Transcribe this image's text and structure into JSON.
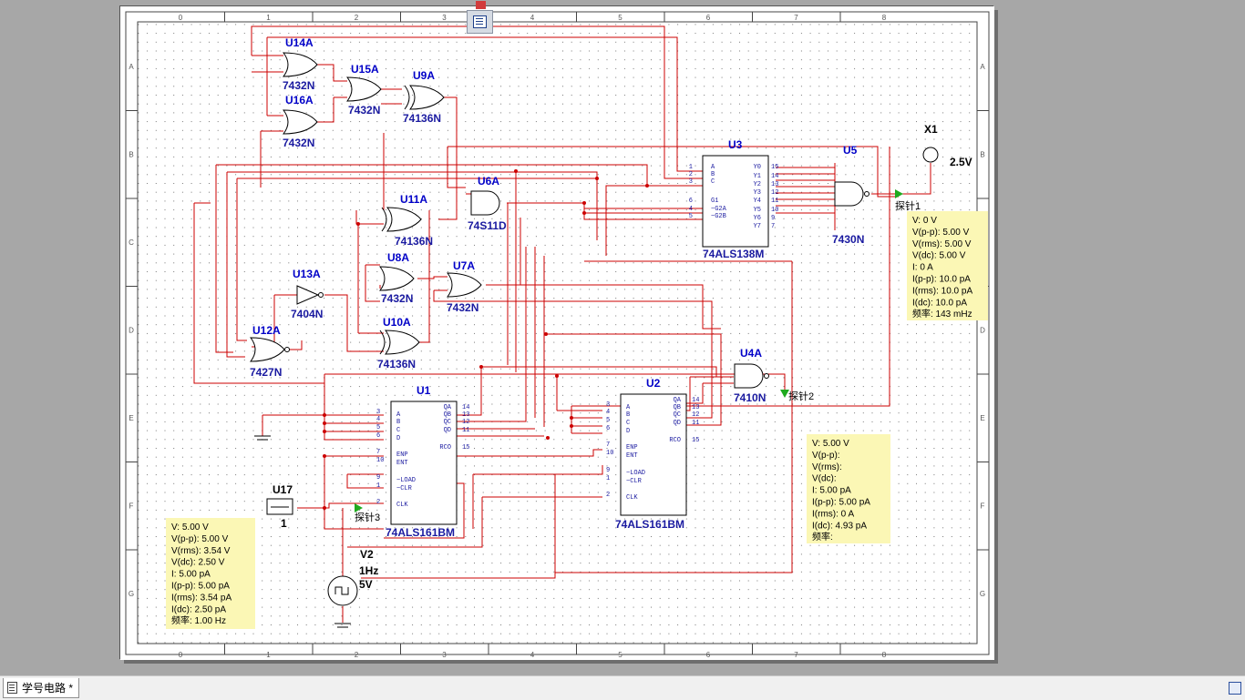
{
  "document_tab": {
    "label": "学号电路 *"
  },
  "ruler": {
    "columns": [
      "0",
      "1",
      "2",
      "3",
      "4",
      "5",
      "6",
      "7",
      "8"
    ],
    "rows": [
      "A",
      "B",
      "C",
      "D",
      "E",
      "F",
      "G"
    ]
  },
  "components": {
    "u14a": {
      "ref": "U14A",
      "part": "7432N"
    },
    "u15a": {
      "ref": "U15A",
      "part": "7432N"
    },
    "u16a": {
      "ref": "U16A",
      "part": "7432N"
    },
    "u9a": {
      "ref": "U9A",
      "part": "74136N"
    },
    "u11a": {
      "ref": "U11A",
      "part": "74136N"
    },
    "u6a": {
      "ref": "U6A",
      "part": "74S11D"
    },
    "u8a": {
      "ref": "U8A",
      "part": "7432N"
    },
    "u7a": {
      "ref": "U7A",
      "part": "7432N"
    },
    "u13a": {
      "ref": "U13A",
      "part": "7404N"
    },
    "u10a": {
      "ref": "U10A",
      "part": "74136N"
    },
    "u12a": {
      "ref": "U12A",
      "part": "7427N"
    },
    "u4a": {
      "ref": "U4A",
      "part": "7410N"
    },
    "u3": {
      "ref": "U3",
      "part": "74ALS138M"
    },
    "u5": {
      "ref": "U5",
      "part": "7430N"
    },
    "u1": {
      "ref": "U1",
      "part": "74ALS161BM"
    },
    "u2": {
      "ref": "U2",
      "part": "74ALS161BM"
    },
    "u17": {
      "ref": "U17",
      "value": "1"
    },
    "x1": {
      "ref": "X1",
      "value": "2.5V"
    },
    "v2": {
      "ref": "V2",
      "freq": "1Hz",
      "amp": "5V"
    }
  },
  "pins_161": {
    "left": [
      "A",
      "B",
      "C",
      "D",
      "ENP",
      "ENT",
      "~LOAD",
      "~CLR",
      "CLK"
    ],
    "right": [
      "QA",
      "QB",
      "QC",
      "QD",
      "RCO"
    ],
    "left_nums": [
      "3",
      "4",
      "5",
      "6",
      "7",
      "10",
      "9",
      "1",
      "2"
    ],
    "right_nums": [
      "14",
      "13",
      "12",
      "11",
      "15"
    ]
  },
  "pins_138": {
    "left": [
      "A",
      "B",
      "C",
      "G1",
      "~G2A",
      "~G2B"
    ],
    "left_nums": [
      "1",
      "2",
      "3",
      "6",
      "4",
      "5"
    ],
    "right": [
      "Y0",
      "Y1",
      "Y2",
      "Y3",
      "Y4",
      "Y5",
      "Y6",
      "Y7"
    ],
    "right_nums": [
      "15",
      "14",
      "13",
      "12",
      "11",
      "10",
      "9",
      "7"
    ]
  },
  "probes": {
    "probe1": {
      "label": "探针1",
      "lines": [
        "V: 0 V",
        "V(p-p): 5.00 V",
        "V(rms): 5.00 V",
        "V(dc): 5.00 V",
        "I: 0 A",
        "I(p-p): 10.0 pA",
        "I(rms): 10.0 pA",
        "I(dc): 10.0 pA",
        "频率: 143 mHz"
      ]
    },
    "probe2": {
      "label": "探针2",
      "lines": [
        "V: 5.00 V",
        "V(p-p):",
        "V(rms):",
        "V(dc):",
        "I: 5.00 pA",
        "I(p-p): 5.00 pA",
        "I(rms): 0 A",
        "I(dc): 4.93 pA",
        "频率:"
      ]
    },
    "probe3": {
      "label": "探针3",
      "lines": [
        "V: 5.00 V",
        "V(p-p): 5.00 V",
        "V(rms): 3.54 V",
        "V(dc): 2.50 V",
        "I: 5.00 pA",
        "I(p-p): 5.00 pA",
        "I(rms): 3.54 pA",
        "I(dc): 2.50 pA",
        "频率: 1.00 Hz"
      ]
    }
  },
  "colors": {
    "wire": "#cc0000",
    "part": "#1a1aa0",
    "label": "#0000c8",
    "probe_bg": "#fbf7b5",
    "probe_arrow": "#1faa1f"
  }
}
